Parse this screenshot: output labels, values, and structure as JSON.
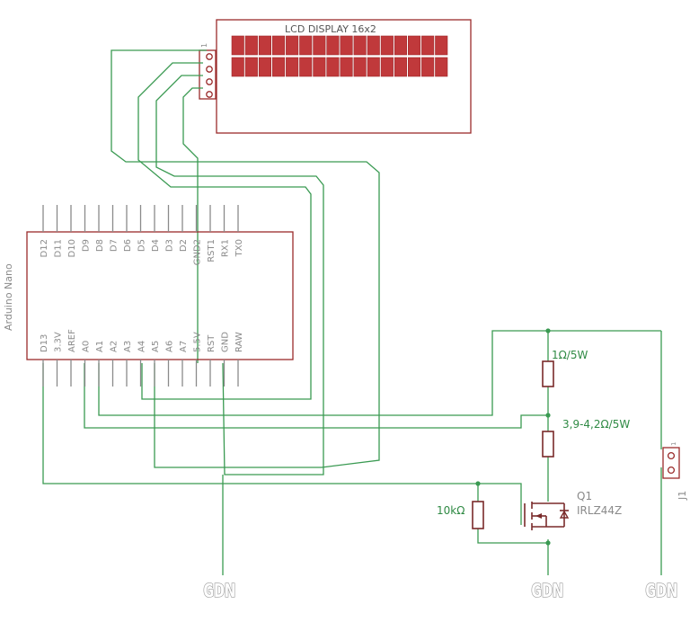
{
  "lcd": {
    "title": "LCD DISPLAY 16x2",
    "connector_label": "1",
    "rows": 2,
    "columns": 16
  },
  "arduino": {
    "name": "Arduino Nano",
    "top_pins": [
      "D12",
      "D11",
      "D10",
      "D9",
      "D8",
      "D7",
      "D6",
      "D5",
      "D4",
      "D3",
      "D2",
      "GND2",
      "RST1",
      "RX1",
      "TX0"
    ],
    "bottom_pins": [
      "D13",
      "3.3V",
      "AREF",
      "A0",
      "A1",
      "A2",
      "A3",
      "A4",
      "A5",
      "A6",
      "A7",
      "5.5V",
      "RST",
      "GND",
      "RAW"
    ]
  },
  "components": {
    "r1_label": "1Ω/5W",
    "r2_label": "3,9-4,2Ω/5W",
    "r3_label": "10kΩ",
    "q1_name": "Q1",
    "q1_part": "IRLZ44Z",
    "j1_label": "J1",
    "j1_pin_label": "1"
  },
  "ground_labels": [
    "GDN",
    "GDN",
    "GDN"
  ],
  "colors": {
    "wire": "#3a9a52",
    "outline": "#9a2b2b",
    "lcd_cell": "#c0393b",
    "pin": "#8a8a8a"
  }
}
